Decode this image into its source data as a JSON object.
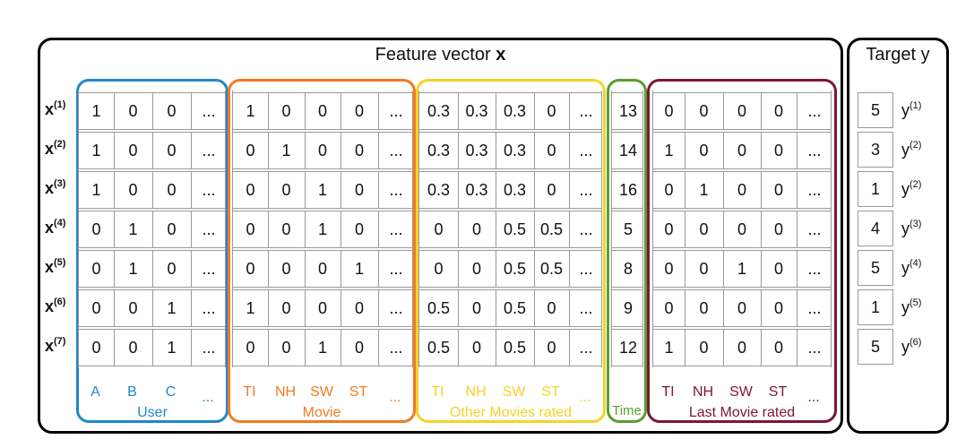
{
  "header": {
    "feature_title_prefix": "Feature vector",
    "feature_title_symbol": "x",
    "target_title": "Target y"
  },
  "row_labels": [
    {
      "base": "x",
      "sup": "(1)"
    },
    {
      "base": "x",
      "sup": "(2)"
    },
    {
      "base": "x",
      "sup": "(3)"
    },
    {
      "base": "x",
      "sup": "(4)"
    },
    {
      "base": "x",
      "sup": "(5)"
    },
    {
      "base": "x",
      "sup": "(6)"
    },
    {
      "base": "x",
      "sup": "(7)"
    }
  ],
  "groups": [
    {
      "key": "user",
      "label": "User",
      "color": "#1f88c9",
      "columns": [
        "A",
        "B",
        "C",
        "..."
      ],
      "rows": [
        [
          "1",
          "0",
          "0",
          "..."
        ],
        [
          "1",
          "0",
          "0",
          "..."
        ],
        [
          "1",
          "0",
          "0",
          "..."
        ],
        [
          "0",
          "1",
          "0",
          "..."
        ],
        [
          "0",
          "1",
          "0",
          "..."
        ],
        [
          "0",
          "0",
          "1",
          "..."
        ],
        [
          "0",
          "0",
          "1",
          "..."
        ]
      ]
    },
    {
      "key": "movie",
      "label": "Movie",
      "color": "#f07b23",
      "columns": [
        "TI",
        "NH",
        "SW",
        "ST",
        "..."
      ],
      "rows": [
        [
          "1",
          "0",
          "0",
          "0",
          "..."
        ],
        [
          "0",
          "1",
          "0",
          "0",
          "..."
        ],
        [
          "0",
          "0",
          "1",
          "0",
          "..."
        ],
        [
          "0",
          "0",
          "1",
          "0",
          "..."
        ],
        [
          "0",
          "0",
          "0",
          "1",
          "..."
        ],
        [
          "1",
          "0",
          "0",
          "0",
          "..."
        ],
        [
          "0",
          "0",
          "1",
          "0",
          "..."
        ]
      ]
    },
    {
      "key": "other",
      "label": "Other Movies rated",
      "color": "#f5d22a",
      "columns": [
        "TI",
        "NH",
        "SW",
        "ST",
        "..."
      ],
      "rows": [
        [
          "0.3",
          "0.3",
          "0.3",
          "0",
          "..."
        ],
        [
          "0.3",
          "0.3",
          "0.3",
          "0",
          "..."
        ],
        [
          "0.3",
          "0.3",
          "0.3",
          "0",
          "..."
        ],
        [
          "0",
          "0",
          "0.5",
          "0.5",
          "..."
        ],
        [
          "0",
          "0",
          "0.5",
          "0.5",
          "..."
        ],
        [
          "0.5",
          "0",
          "0.5",
          "0",
          "..."
        ],
        [
          "0.5",
          "0",
          "0.5",
          "0",
          "..."
        ]
      ]
    },
    {
      "key": "time",
      "label": "Time",
      "color": "#5a9e2f",
      "columns": [
        ""
      ],
      "rows": [
        [
          "13"
        ],
        [
          "14"
        ],
        [
          "16"
        ],
        [
          "5"
        ],
        [
          "8"
        ],
        [
          "9"
        ],
        [
          "12"
        ]
      ]
    },
    {
      "key": "last",
      "label": "Last Movie rated",
      "color": "#7d1538",
      "columns": [
        "TI",
        "NH",
        "SW",
        "ST",
        "..."
      ],
      "rows": [
        [
          "0",
          "0",
          "0",
          "0",
          "..."
        ],
        [
          "1",
          "0",
          "0",
          "0",
          "..."
        ],
        [
          "0",
          "1",
          "0",
          "0",
          "..."
        ],
        [
          "0",
          "0",
          "0",
          "0",
          "..."
        ],
        [
          "0",
          "0",
          "1",
          "0",
          "..."
        ],
        [
          "0",
          "0",
          "0",
          "0",
          "..."
        ],
        [
          "1",
          "0",
          "0",
          "0",
          "..."
        ]
      ]
    }
  ],
  "targets": [
    {
      "value": "5",
      "label": "y",
      "sup": "(1)"
    },
    {
      "value": "3",
      "label": "y",
      "sup": "(2)"
    },
    {
      "value": "1",
      "label": "y",
      "sup": "(2)"
    },
    {
      "value": "4",
      "label": "y",
      "sup": "(3)"
    },
    {
      "value": "5",
      "label": "y",
      "sup": "(4)"
    },
    {
      "value": "1",
      "label": "y",
      "sup": "(5)"
    },
    {
      "value": "5",
      "label": "y",
      "sup": "(6)"
    }
  ]
}
